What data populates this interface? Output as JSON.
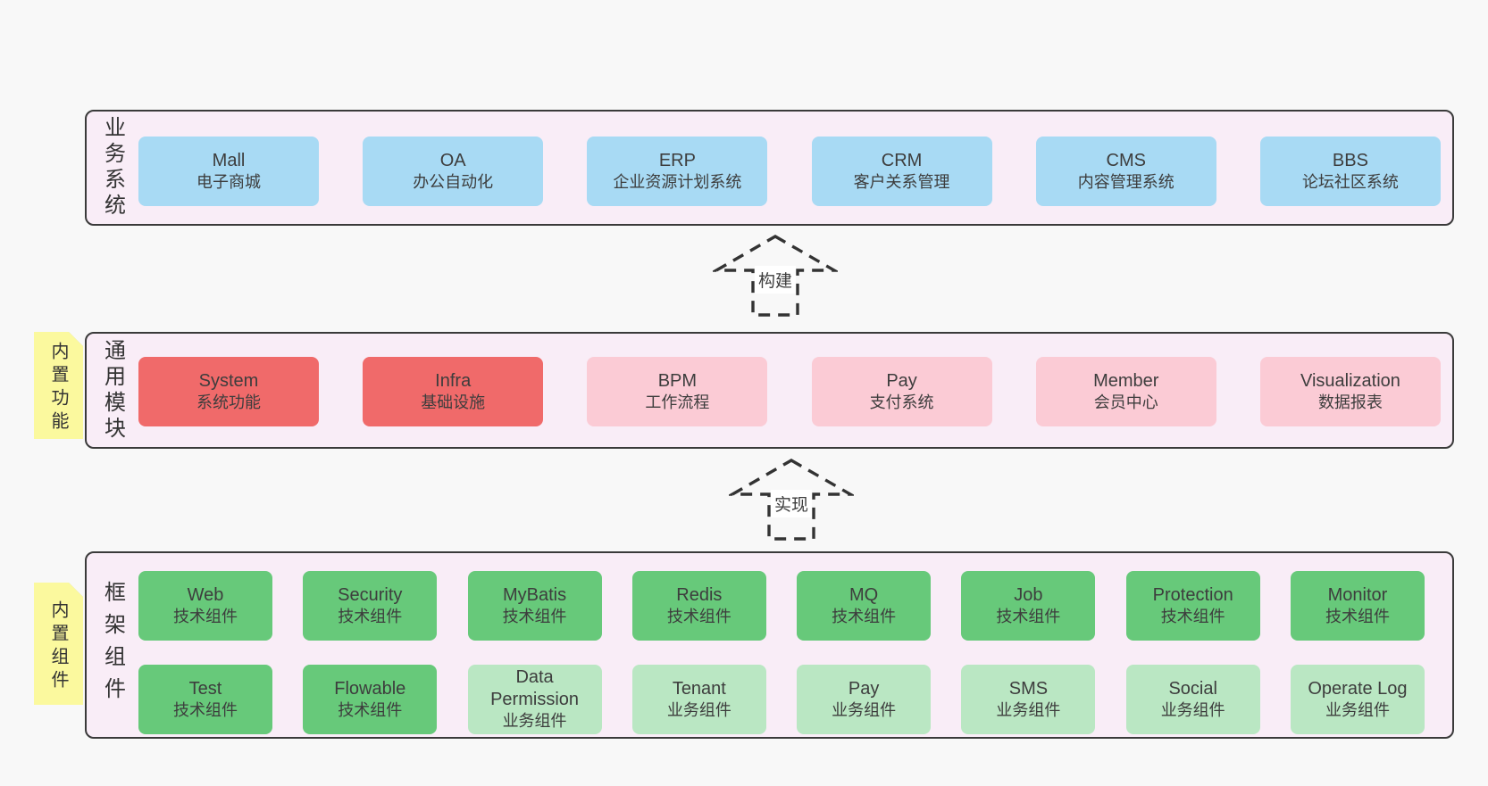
{
  "colors": {
    "page_bg": "#f8f8f8",
    "panel_bg": "#f9edf7",
    "box_blue": "#a8daf4",
    "box_red": "#f06a6a",
    "box_pink": "#fbcbd5",
    "box_green_dark": "#67c97a",
    "box_green_light": "#bae7c3",
    "sticky_yellow": "#fbf99e",
    "sticky_fold": "#c4c4c4",
    "text_dark": "#3d3d3d"
  },
  "arrows": [
    {
      "label": "构建"
    },
    {
      "label": "实现"
    }
  ],
  "panels": {
    "business": {
      "label": "业务系统",
      "boxes": [
        {
          "title": "Mall",
          "subtitle": "电子商城",
          "variant": "blue"
        },
        {
          "title": "OA",
          "subtitle": "办公自动化",
          "variant": "blue"
        },
        {
          "title": "ERP",
          "subtitle": "企业资源计划系统",
          "variant": "blue"
        },
        {
          "title": "CRM",
          "subtitle": "客户关系管理",
          "variant": "blue"
        },
        {
          "title": "CMS",
          "subtitle": "内容管理系统",
          "variant": "blue"
        },
        {
          "title": "BBS",
          "subtitle": "论坛社区系统",
          "variant": "blue"
        }
      ]
    },
    "modules": {
      "label": "通用模块",
      "sticky": "内置功能",
      "boxes": [
        {
          "title": "System",
          "subtitle": "系统功能",
          "variant": "red"
        },
        {
          "title": "Infra",
          "subtitle": "基础设施",
          "variant": "red"
        },
        {
          "title": "BPM",
          "subtitle": "工作流程",
          "variant": "pink"
        },
        {
          "title": "Pay",
          "subtitle": "支付系统",
          "variant": "pink"
        },
        {
          "title": "Member",
          "subtitle": "会员中心",
          "variant": "pink"
        },
        {
          "title": "Visualization",
          "subtitle": "数据报表",
          "variant": "pink"
        }
      ]
    },
    "components": {
      "label": "框架组件",
      "sticky": "内置组件",
      "rows": [
        [
          {
            "title": "Web",
            "subtitle": "技术组件",
            "variant": "green-dark"
          },
          {
            "title": "Security",
            "subtitle": "技术组件",
            "variant": "green-dark"
          },
          {
            "title": "MyBatis",
            "subtitle": "技术组件",
            "variant": "green-dark"
          },
          {
            "title": "Redis",
            "subtitle": "技术组件",
            "variant": "green-dark"
          },
          {
            "title": "MQ",
            "subtitle": "技术组件",
            "variant": "green-dark"
          },
          {
            "title": "Job",
            "subtitle": "技术组件",
            "variant": "green-dark"
          },
          {
            "title": "Protection",
            "subtitle": "技术组件",
            "variant": "green-dark"
          },
          {
            "title": "Monitor",
            "subtitle": "技术组件",
            "variant": "green-dark"
          }
        ],
        [
          {
            "title": "Test",
            "subtitle": "技术组件",
            "variant": "green-dark"
          },
          {
            "title": "Flowable",
            "subtitle": "技术组件",
            "variant": "green-dark"
          },
          {
            "title": "Data Permission",
            "subtitle": "业务组件",
            "variant": "green-light"
          },
          {
            "title": "Tenant",
            "subtitle": "业务组件",
            "variant": "green-light"
          },
          {
            "title": "Pay",
            "subtitle": "业务组件",
            "variant": "green-light"
          },
          {
            "title": "SMS",
            "subtitle": "业务组件",
            "variant": "green-light"
          },
          {
            "title": "Social",
            "subtitle": "业务组件",
            "variant": "green-light"
          },
          {
            "title": "Operate Log",
            "subtitle": "业务组件",
            "variant": "green-light"
          }
        ]
      ]
    }
  }
}
